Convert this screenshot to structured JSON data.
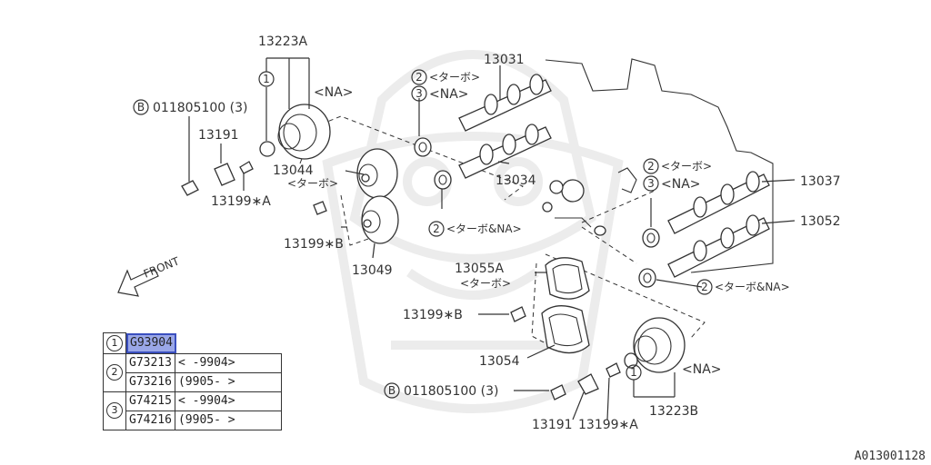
{
  "labels": {
    "p13223a": "13223A",
    "na_top": "<NA>",
    "c1_top": "1",
    "b_top": "B",
    "bolt_top": "011805100 (3)",
    "p13191_top": "13191",
    "p13199a_top": "13199∗A",
    "p13044": "13044",
    "turbo_13044": "<ターボ>",
    "p13199b_left": "13199∗B",
    "p13049": "13049",
    "c2_top": "2",
    "turbo_top": "<ターボ>",
    "c3_top": "3",
    "na_top2": "<NA>",
    "p13031": "13031",
    "p13034": "13034",
    "c2_mid": "2",
    "turbo_na_mid": "<ターボ&NA>",
    "front": "FRONT",
    "c2_right": "2",
    "turbo_right": "<ターボ>",
    "c3_right": "3",
    "na_right": "<NA>",
    "p13037": "13037",
    "p13052": "13052",
    "p13055a": "13055A",
    "turbo_13055a": "<ターボ>",
    "c2_right2": "2",
    "turbo_na_right": "<ターボ&NA>",
    "p13199b_mid": "13199∗B",
    "p13054": "13054",
    "b_bottom": "B",
    "bolt_bottom": "011805100 (3)",
    "p13191_bottom": "13191",
    "p13199a_bottom": "13199∗A",
    "c1_bottom": "1",
    "na_bottom": "<NA>",
    "p13223b": "13223B"
  },
  "table": {
    "row1_index": "1",
    "row1_part": "G93904",
    "row2_index": "2",
    "row2a_part": "G73213",
    "row2a_range": "<      -9904>",
    "row2b_part": "G73216",
    "row2b_range": "(9905-      >",
    "row3_index": "3",
    "row3a_part": "G74215",
    "row3a_range": "<      -9904>",
    "row3b_part": "G74216",
    "row3b_range": "(9905-      >"
  },
  "reference": "A013001128",
  "colors": {
    "highlight": "#9aa7e8",
    "highlight_border": "#3a4fbf",
    "line": "#333333"
  }
}
